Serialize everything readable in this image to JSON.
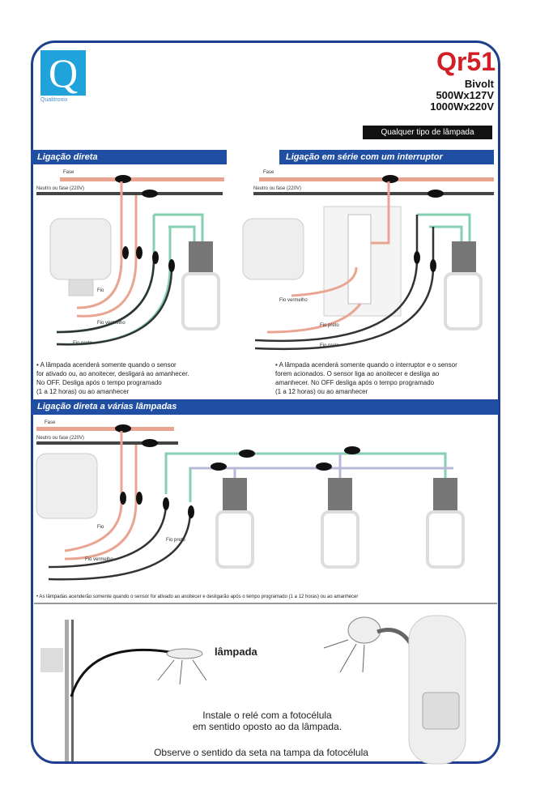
{
  "brand": {
    "logo_letter": "Q",
    "logo_text": "Qualitronix",
    "color": "#1fa3da"
  },
  "product": {
    "model": "Qr51",
    "model_color": "#d21f26",
    "specs": [
      "Bivolt",
      "500Wx127V",
      "1000Wx220V"
    ],
    "lamp_tag": "Qualquer tipo de lâmpada"
  },
  "sections": [
    {
      "title": "Ligação direta",
      "labels": {
        "phase": "Fase",
        "neutral": "Neutro ou fase (220V)",
        "wires": [
          "Fio",
          "Fio vermelho",
          "Fio preto"
        ]
      },
      "note": [
        "• A lâmpada acenderá somente quando o sensor",
        "for ativado ou, ao anoitecer, desligará ao amanhecer.",
        "No OFF. Desliga após o tempo programado",
        "(1 a 12 horas) ou ao amanhecer"
      ]
    },
    {
      "title": "Ligação em série com um interruptor",
      "labels": {
        "phase": "Fase",
        "neutral": "Neutro ou fase (220V)",
        "wires": [
          "Fio vermelho",
          "Fio preto",
          "Fio preto"
        ]
      },
      "note": [
        "• A lâmpada acenderá somente quando o interruptor e o sensor",
        "forem acionados. O sensor liga ao anoitecer e desliga ao",
        "amanhecer. No OFF desliga após o tempo programado",
        "(1 a 12 horas) ou ao amanhecer"
      ]
    },
    {
      "title": "Ligação direta a várias lâmpadas",
      "labels": {
        "phase": "Fase",
        "neutral": "Neutro ou fase (220V)",
        "wires": [
          "Fio",
          "Fio preto",
          "Fio vermelho"
        ]
      },
      "note": "• As lâmpadas acenderão somente quando o sensor for ativado ao anoitecer e desligarão após o tempo programado (1 a 12 horas) ou ao amanhecer"
    }
  ],
  "installation": {
    "lamp_label": "lâmpada",
    "text": [
      "Instale o relé com a fotocélula",
      "em sentido oposto ao da lâmpada."
    ],
    "arrow_note": "Observe o sentido da seta na tampa da fotocélula"
  },
  "colors": {
    "frame": "#1d3f8e",
    "section_bar": "#1f4ea3",
    "phase_wire": "#e9a592",
    "green_wire": "#86cfb1",
    "neutral_wire": "#333333"
  }
}
